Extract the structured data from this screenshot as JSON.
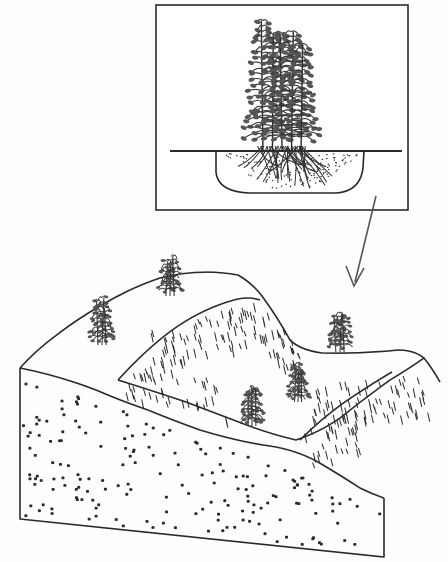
{
  "figure": {
    "inset": {
      "subject": "plant-in-planting-hole",
      "shows_ground_line": true,
      "shows_roots": true,
      "shows_soil_stipple": true
    },
    "arrow": {
      "from": "inset",
      "to": "hillside-plant"
    },
    "block": {
      "subject": "terrain-block-diagram",
      "plant_count": 5,
      "shows_hatched_slopes": true,
      "shows_soil_stipple": true
    }
  }
}
